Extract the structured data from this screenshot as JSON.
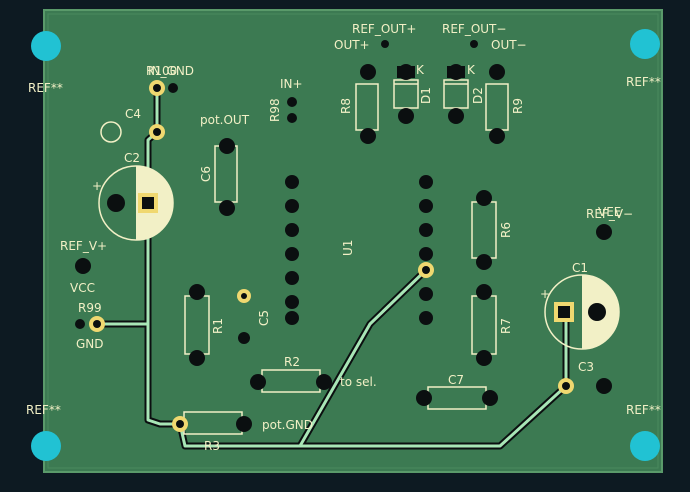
{
  "colors": {
    "background": "#0d1a22",
    "board": "#3c7a52",
    "board_edge": "#5a9a6a",
    "silkscreen": "#f2f0c6",
    "pad": "#0b0f10",
    "via_ring": "#f0d870",
    "trace": "#a8e6b6",
    "mounting_hole": "#21c2d3"
  },
  "labels": {
    "ref_tl": "REF**",
    "ref_tr": "REF**",
    "ref_bl": "REF**",
    "ref_br": "REF**",
    "ref_out_plus": "REF_OUT+",
    "ref_out_minus": "REF_OUT−",
    "out_plus": "OUT+",
    "out_minus": "OUT−",
    "r100": "R100",
    "in_gnd": "IN_GND",
    "in_plus": "IN+",
    "r98": "R98",
    "r8": "R8",
    "r9": "R9",
    "d1": "D1",
    "d2": "D2",
    "k1": "K",
    "k2": "K",
    "c4": "C4",
    "c2": "C2",
    "pot_out": "pot.OUT",
    "c6": "C6",
    "u1": "U1",
    "r6": "R6",
    "ref_v_minus": "REF_V−",
    "vee": "VEE",
    "c1": "C1",
    "ref_v_plus": "REF_V+",
    "vcc": "VCC",
    "r99": "R99",
    "gnd": "GND",
    "r1": "R1",
    "c5": "C5",
    "r7": "R7",
    "r2": "R2",
    "to_sel": "to sel.",
    "c3": "C3",
    "c7": "C7",
    "r3": "R3",
    "pot_gnd": "pot.GND",
    "plus_c2": "+",
    "plus_c1": "+"
  }
}
